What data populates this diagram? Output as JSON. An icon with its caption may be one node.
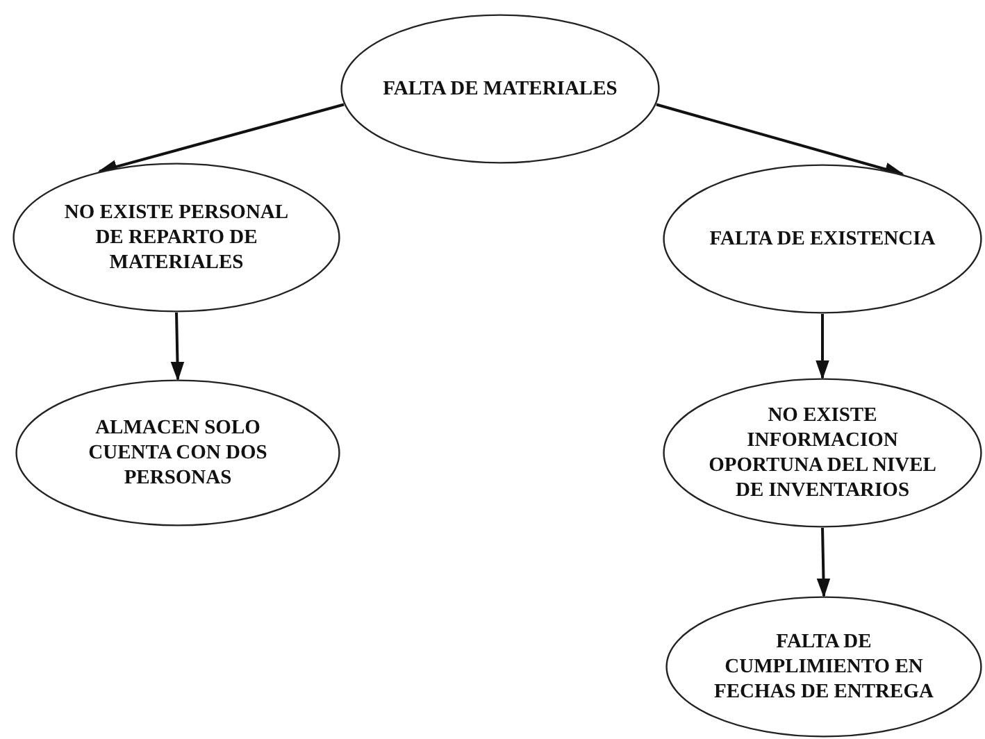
{
  "diagram": {
    "nodes": [
      {
        "text": [
          "FALTA DE MATERIALES"
        ]
      },
      {
        "text": [
          "NO EXISTE PERSONAL DE REPARTO DE MATERIALES"
        ]
      },
      {
        "text": [
          "FALTA DE EXISTENCIA"
        ]
      },
      {
        "text": [
          "ALMACEN SOLO CUENTA CON DOS PERSONAS"
        ]
      },
      {
        "text": [
          "NO EXISTE INFORMACION OPORTUNA DEL NIVEL DE INVENTARIOS"
        ]
      },
      {
        "text": [
          "FALTA DE CUMPLIMIENTO EN FECHAS DE ENTREGA"
        ]
      }
    ],
    "edges": [
      {
        "from": 0,
        "to": 1,
        "arrow": "to"
      },
      {
        "from": 0,
        "to": 2,
        "arrow": "to"
      },
      {
        "from": 1,
        "to": 3,
        "arrow": "to"
      },
      {
        "from": 2,
        "to": 4,
        "arrow": "to"
      },
      {
        "from": 4,
        "to": 5,
        "arrow": "to"
      }
    ]
  }
}
